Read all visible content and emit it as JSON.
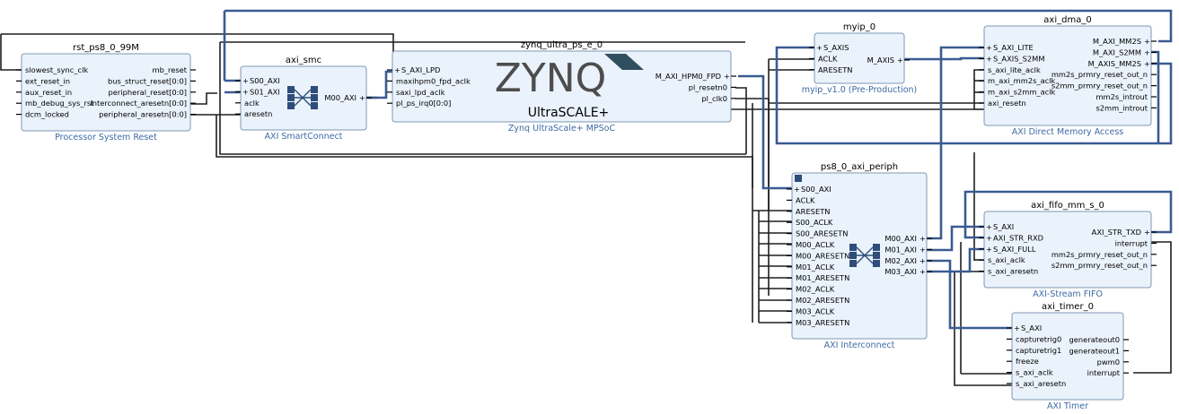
{
  "blocks": [
    {
      "name": "rst_ps8_0_99M",
      "subtitle": "Processor System Reset",
      "left": [
        "slowest_sync_clk",
        "ext_reset_in",
        "aux_reset_in",
        "mb_debug_sys_rst",
        "dcm_locked"
      ],
      "right": [
        "mb_reset",
        "bus_struct_reset[0:0]",
        "peripheral_reset[0:0]",
        "interconnect_aresetn[0:0]",
        "peripheral_aresetn[0:0]"
      ]
    },
    {
      "name": "axi_smc",
      "subtitle": "AXI SmartConnect",
      "left": [
        "S00_AXI",
        "S01_AXI",
        "aclk",
        "aresetn"
      ],
      "right": [
        "M00_AXI"
      ]
    },
    {
      "name": "zynq_ultra_ps_e_0",
      "subtitle": "Zynq UltraScale+ MPSoC",
      "left": [
        "S_AXI_LPD",
        "maxihpm0_fpd_aclk",
        "saxi_lpd_aclk",
        "pl_ps_irq0[0:0]"
      ],
      "right": [
        "M_AXI_HPM0_FPD",
        "pl_resetn0",
        "pl_clk0"
      ],
      "logo_text": "ZYNQ",
      "logo_sub": "UltraSCALE+"
    },
    {
      "name": "myip_0",
      "subtitle": "myip_v1.0 (Pre-Production)",
      "left": [
        "S_AXIS",
        "ACLK",
        "ARESETN"
      ],
      "right": [
        "M_AXIS"
      ]
    },
    {
      "name": "axi_dma_0",
      "subtitle": "AXI Direct Memory Access",
      "left": [
        "S_AXI_LITE",
        "S_AXIS_S2MM",
        "s_axi_lite_aclk",
        "m_axi_mm2s_aclk",
        "m_axi_s2mm_aclk",
        "axi_resetn"
      ],
      "right": [
        "M_AXI_MM2S",
        "M_AXI_S2MM",
        "M_AXIS_MM2S",
        "mm2s_prmry_reset_out_n",
        "s2mm_prmry_reset_out_n",
        "mm2s_introut",
        "s2mm_introut"
      ]
    },
    {
      "name": "ps8_0_axi_periph",
      "subtitle": "AXI Interconnect",
      "left": [
        "S00_AXI",
        "ACLK",
        "ARESETN",
        "S00_ACLK",
        "S00_ARESETN",
        "M00_ACLK",
        "M00_ARESETN",
        "M01_ACLK",
        "M01_ARESETN",
        "M02_ACLK",
        "M02_ARESETN",
        "M03_ACLK",
        "M03_ARESETN"
      ],
      "right": [
        "M00_AXI",
        "M01_AXI",
        "M02_AXI",
        "M03_AXI"
      ]
    },
    {
      "name": "axi_fifo_mm_s_0",
      "subtitle": "AXI-Stream FIFO",
      "left": [
        "S_AXI",
        "AXI_STR_RXD",
        "S_AXI_FULL",
        "s_axi_aclk",
        "s_axi_aresetn"
      ],
      "right": [
        "AXI_STR_TXD",
        "interrupt",
        "mm2s_prmry_reset_out_n",
        "s2mm_prmry_reset_out_n"
      ]
    },
    {
      "name": "axi_timer_0",
      "subtitle": "AXI Timer",
      "left": [
        "S_AXI",
        "capturetrig0",
        "capturetrig1",
        "freeze",
        "s_axi_aclk",
        "s_axi_aresetn"
      ],
      "right": [
        "generateout0",
        "generateout1",
        "pwm0",
        "interrupt"
      ]
    }
  ]
}
